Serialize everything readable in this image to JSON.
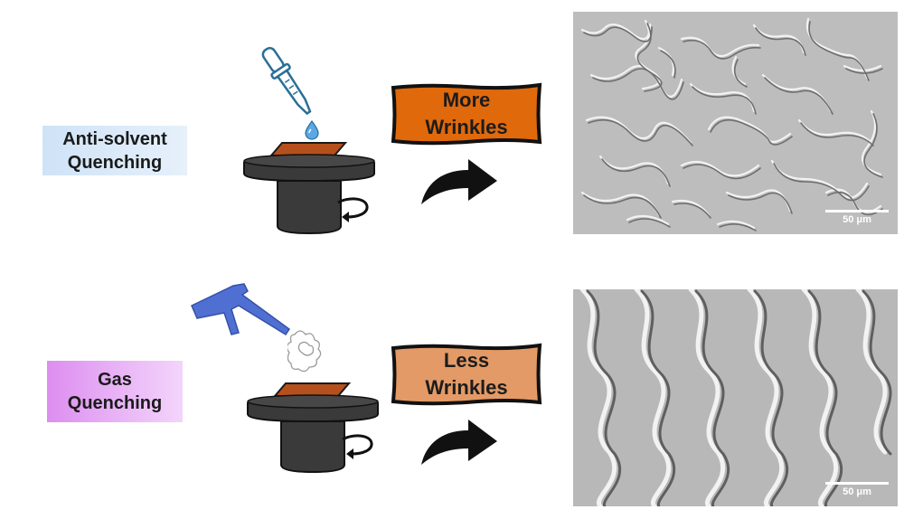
{
  "rows": [
    {
      "method_lines": [
        "Anti-solvent",
        "Quenching"
      ],
      "result_lines": [
        "More",
        "Wrinkles"
      ],
      "scale_bar": "50 μm",
      "label_gradient": [
        "#cfe3f7",
        "#e6f0fb"
      ],
      "badge_color": "#e0690c"
    },
    {
      "method_lines": [
        "Gas",
        "Quenching"
      ],
      "result_lines": [
        "Less",
        "Wrinkles"
      ],
      "scale_bar": "50 μm",
      "label_gradient": [
        "#dd8ef0",
        "#f3d5fb"
      ],
      "badge_color": "#e39a66"
    }
  ],
  "icons": [
    "dropper-icon",
    "droplet-icon",
    "gas-gun-icon",
    "gas-puff-icon",
    "spin-coater-icon",
    "substrate-icon",
    "rotation-arrow-icon",
    "curved-arrow-icon"
  ],
  "colors": {
    "substrate": "#b5501c",
    "chuck": "#3a3a3a",
    "dropper": "#2a6f97",
    "gun": "#4f6fd3",
    "arrow": "#111111"
  }
}
